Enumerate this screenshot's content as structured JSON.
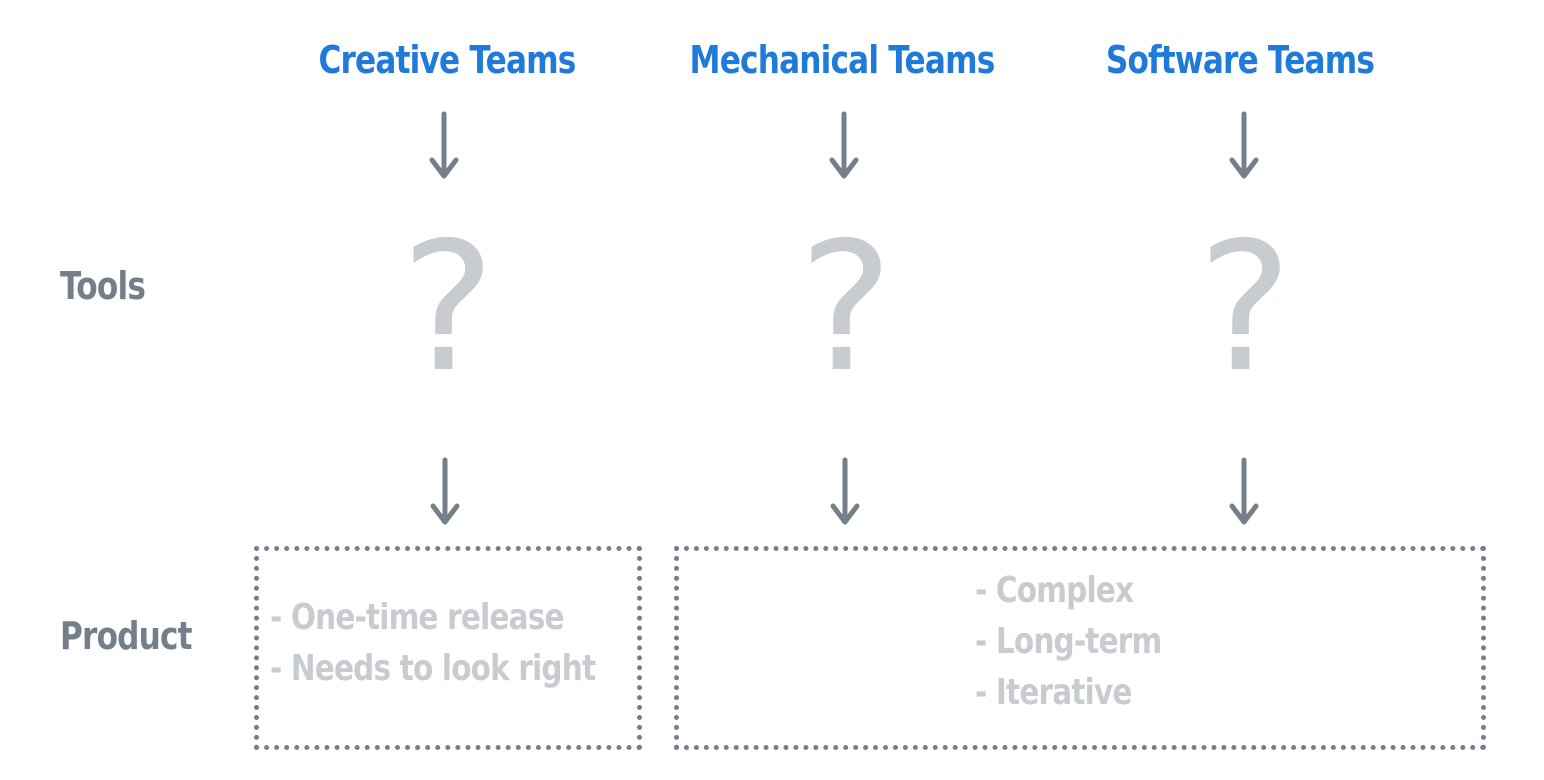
{
  "teams": [
    "Creative Teams",
    "Mechanical Teams",
    "Software Teams"
  ],
  "rows": {
    "tools": "Tools",
    "product": "Product"
  },
  "tools_placeholder": "?",
  "products": {
    "creative": [
      "- One-time release",
      "- Needs to look right"
    ],
    "mechanical_software": [
      "- Complex",
      "- Long-term",
      "- Iterative"
    ]
  },
  "colors": {
    "team_heading": "#1f7ad9",
    "row_label": "#757f8c",
    "arrow": "#757f8c",
    "muted_text": "#c8ccd1",
    "box_border": "#757f8c"
  }
}
